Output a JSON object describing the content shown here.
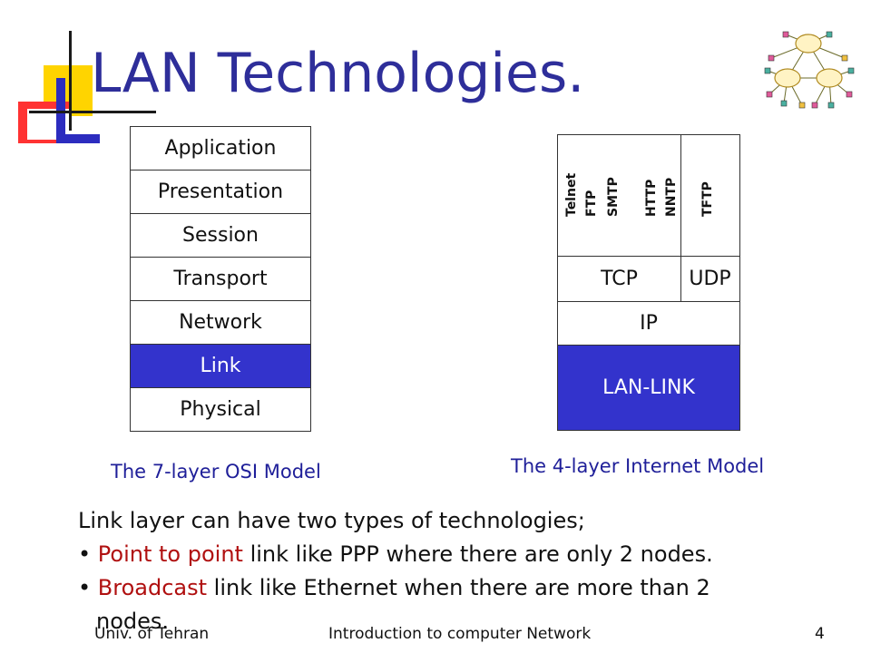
{
  "slide": {
    "title": "LAN Technologies."
  },
  "osi_model": {
    "layers": [
      "Application",
      "Presentation",
      "Session",
      "Transport",
      "Network",
      "Link",
      "Physical"
    ],
    "highlighted_layer": "Link",
    "caption": "The 7-layer OSI Model"
  },
  "internet_model": {
    "app_protocols": {
      "group1": [
        "Telnet",
        "FTP",
        "SMTP"
      ],
      "group2": [
        "HTTP",
        "NNTP"
      ],
      "group3": [
        "TFTP"
      ]
    },
    "transport": [
      "TCP",
      "UDP"
    ],
    "network": "IP",
    "link": "LAN-LINK",
    "caption": "The 4-layer Internet Model"
  },
  "body": {
    "line1": "Link layer can have two types of technologies;",
    "bullet1_highlight": "Point to point",
    "bullet1_rest": " link like PPP where there are only 2 nodes.",
    "bullet2_highlight": "Broadcast",
    "bullet2_rest": " link like Ethernet when there are more than 2",
    "bullet2_cont": "nodes."
  },
  "footer": {
    "left": "Univ. of Tehran",
    "center": "Introduction to computer Network",
    "page_number": "4"
  },
  "colors": {
    "title": "#2e2e9a",
    "highlight_layer": "#3333cc",
    "caption": "#1f1f99",
    "bullet_highlight": "#b01010"
  }
}
